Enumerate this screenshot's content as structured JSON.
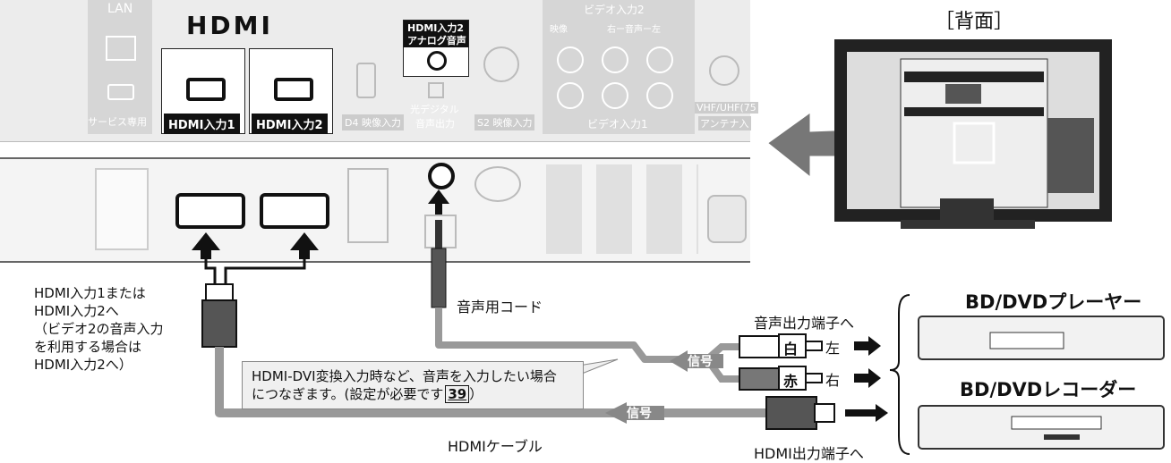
{
  "panel": {
    "lan": "LAN",
    "service": "サービス専用",
    "hdmi_logo": "HDMI",
    "hdmi_in1": "HDMI入力1",
    "hdmi_in2": "HDMI入力2",
    "d4": "D4 映像入力",
    "hdmi2_analog_l1": "HDMI入力2",
    "hdmi2_analog_l2": "アナログ音声",
    "optical_l1": "光デジタル",
    "optical_l2": "音声出力",
    "s2": "S2 映像入力",
    "video2": "ビデオ入力2",
    "video_label": "映像",
    "audio_label": "右ー音声ー左",
    "video1": "ビデオ入力1",
    "ant_l1": "VHF/UHF(75",
    "ant_l2": "アンテナ入"
  },
  "back_label": "［背面］",
  "hdmi_note": [
    "HDMI入力1または",
    "HDMI入力2へ",
    "（ビデオ2の音声入力",
    "を利用する場合は",
    "HDMI入力2へ）"
  ],
  "audio_cord": "音声用コード",
  "callout": [
    "HDMI-DVI変換入力時など、音声を入力したい場合",
    "につなぎます。(設定が必要です"
  ],
  "callout_page": "39",
  "callout_end": "）",
  "hdmi_cable": "HDMIケーブル",
  "signal": "信号",
  "audio_out": "音声出力端子へ",
  "white": "白",
  "red": "赤",
  "left": "左",
  "right": "右",
  "hdmi_out": "HDMI出力端子へ",
  "device1": "BD/DVDプレーヤー",
  "device2": "BD/DVDレコーダー"
}
